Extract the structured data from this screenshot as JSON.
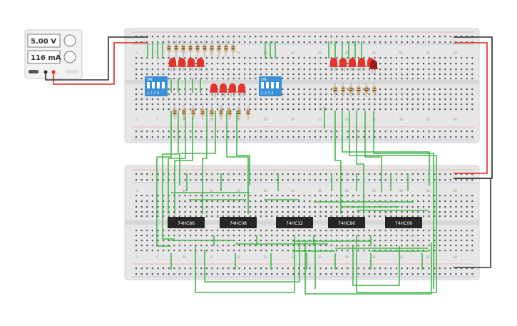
{
  "power_supply": {
    "voltage_display": "5.00 V",
    "current_display": "116 mA"
  },
  "chips": [
    {
      "id": "u1",
      "label": "74HC86"
    },
    {
      "id": "u2",
      "label": "74HC08"
    },
    {
      "id": "u3",
      "label": "74HC32"
    },
    {
      "id": "u4",
      "label": "74HC86"
    },
    {
      "id": "u5",
      "label": "74HC08"
    }
  ],
  "dip_switch_text": {
    "on": "ON",
    "positions": "1 2 3 4"
  },
  "breadboard_column_numbers": [
    "1",
    "5",
    "10",
    "15",
    "20",
    "25",
    "30",
    "35",
    "40",
    "45",
    "50",
    "55",
    "60"
  ],
  "colors": {
    "wire_green": "#43b649",
    "wire_red": "#e0261c",
    "wire_black": "#2a2a2a",
    "led_red": "#e4332a",
    "led_dark": "#9b1b17",
    "dip_blue": "#3b8fd9",
    "chip_body": "#262626",
    "board": "#e7e7e7"
  }
}
